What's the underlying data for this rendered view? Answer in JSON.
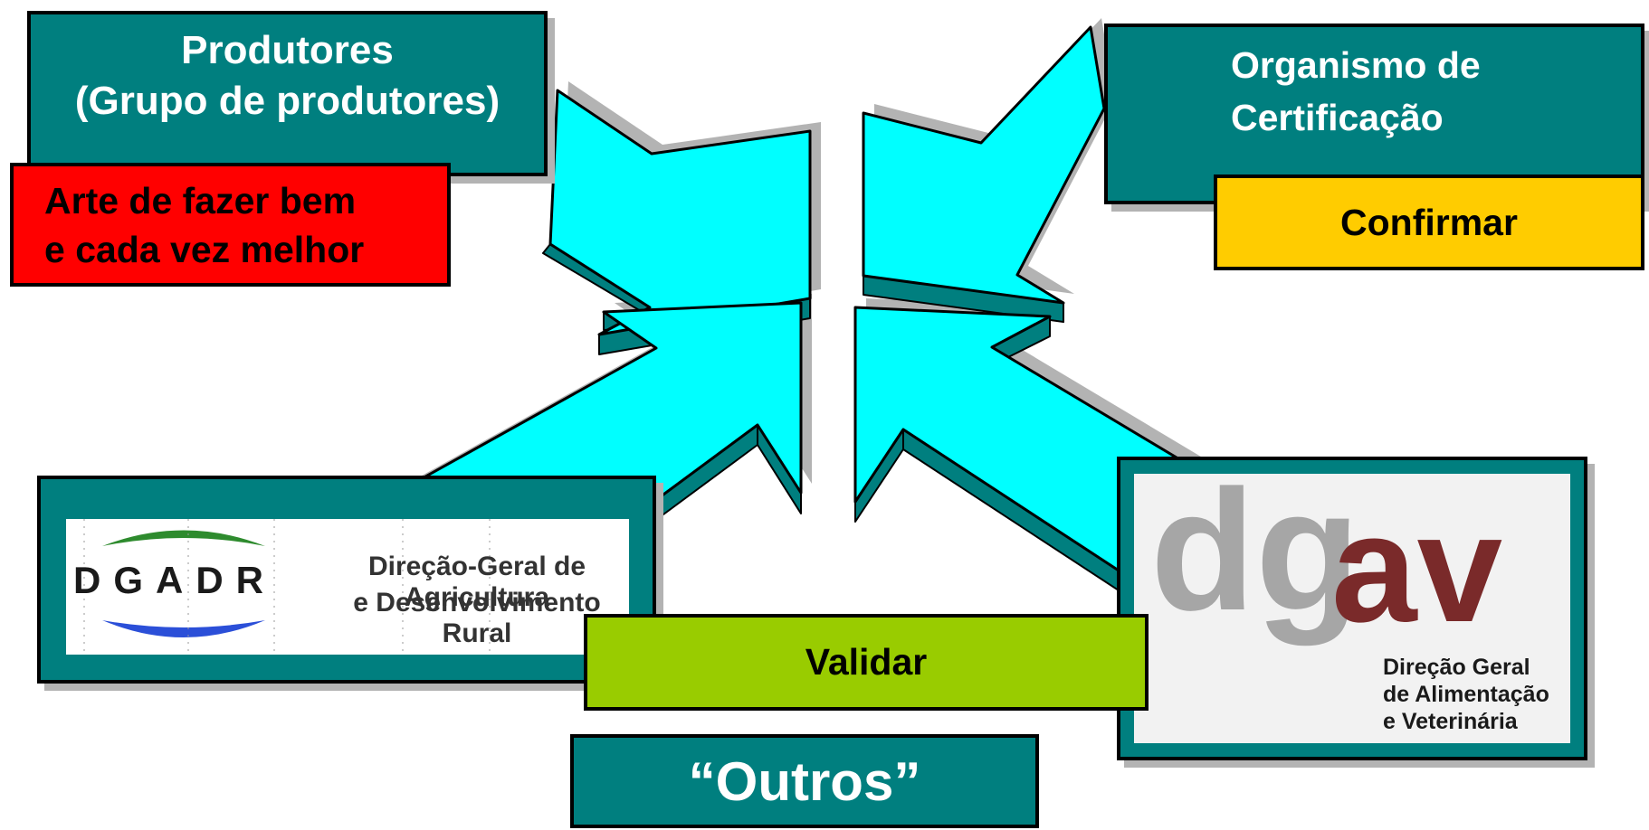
{
  "producers": {
    "line1": "Produtores",
    "line2": "(Grupo de produtores)"
  },
  "arte": {
    "line1": "Arte de fazer bem",
    "line2": "e cada vez melhor"
  },
  "organismo": {
    "line1": "Organismo de",
    "line2": "Certificação"
  },
  "confirmar": "Confirmar",
  "dgadr": {
    "acronym": "DGADR",
    "line1": "Direção-Geral de Agricultura",
    "line2": "e Desenvolvimento Rural"
  },
  "dgav": {
    "acronym_grey": "dg",
    "acronym_red": "av",
    "line1": "Direção Geral",
    "line2": "de Alimentação",
    "line3": "e Veterinária"
  },
  "validar": "Validar",
  "outros": "“Outros”",
  "colors": {
    "teal": "#007f7f",
    "cyan": "#00ffff",
    "red": "#ff0000",
    "yellow": "#ffcc00",
    "green": "#99cc00",
    "dgav_red": "#7a2a2a"
  }
}
